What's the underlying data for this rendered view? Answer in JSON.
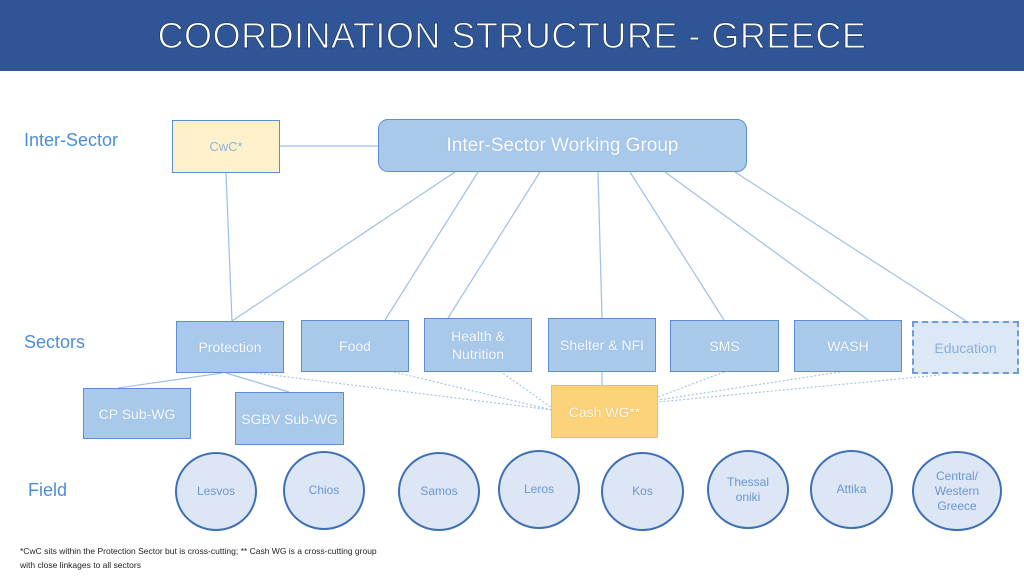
{
  "title": "COORDINATION STRUCTURE - GREECE",
  "row_labels": {
    "inter_sector": "Inter-Sector",
    "sectors": "Sectors",
    "field": "Field"
  },
  "inter_sector": {
    "cwc": "CwC*",
    "working_group": "Inter-Sector Working Group"
  },
  "sectors": {
    "protection": "Protection",
    "food": "Food",
    "health_nutrition": "Health & Nutrition",
    "shelter_nfi": "Shelter & NFI",
    "sms": "SMS",
    "wash": "WASH",
    "education": "Education"
  },
  "sub_groups": {
    "cp": "CP Sub-WG",
    "sgbv": "SGBV Sub-WG",
    "cash": "Cash WG**"
  },
  "field": {
    "lesvos": "Lesvos",
    "chios": "Chios",
    "samos": "Samos",
    "leros": "Leros",
    "kos": "Kos",
    "thessaloniki": "Thessal oniki",
    "attika": "Attika",
    "central_western_greece": "Central/ Western Greece"
  },
  "footnote": {
    "line1": "*CwC sits within the Protection Sector but is cross-cutting; ** Cash WG is a cross-cutting group",
    "line2": "with close linkages to all sectors"
  },
  "colors": {
    "banner": "#2f5597",
    "box_fill": "#a9c9eb",
    "box_border": "#5b8fd0",
    "cwc_fill": "#fdf1cc",
    "cash_fill": "#fcd27a",
    "circle_fill": "#dce6f4",
    "circle_border": "#3d6fb5",
    "row_label": "#4a8fd6"
  }
}
